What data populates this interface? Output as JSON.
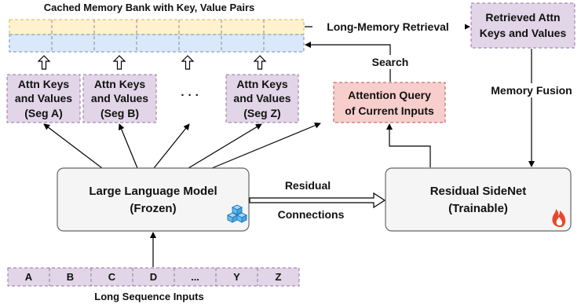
{
  "bank": {
    "title": "Cached Memory Bank with Key, Value Pairs"
  },
  "segments": [
    {
      "line1": "Attn Keys",
      "line2": "and Values",
      "line3": "(Seg A)"
    },
    {
      "line1": "Attn Keys",
      "line2": "and Values",
      "line3": "(Seg B)"
    },
    {
      "line1": "Attn Keys",
      "line2": "and Values",
      "line3": "(Seg Z)"
    }
  ],
  "segments_ellipsis": "· · ·",
  "retrieval": {
    "label": "Long-Memory Retrieval"
  },
  "retrieved": {
    "line1": "Retrieved Attn",
    "line2": "Keys and Values"
  },
  "search": {
    "label": "Search"
  },
  "query": {
    "line1": "Attention Query",
    "line2": "of Current Inputs"
  },
  "fusion": {
    "label": "Memory Fusion"
  },
  "llm": {
    "line1": "Large Language Model",
    "line2": "(Frozen)",
    "badge_icon": "frozen-cubes-icon"
  },
  "residual": {
    "line1": "Residual",
    "line2": "Connections"
  },
  "sidenet": {
    "line1": "Residual SideNet",
    "line2": "(Trainable)",
    "badge_icon": "flame-icon"
  },
  "inputs": {
    "tokens": [
      "A",
      "B",
      "C",
      "D",
      "...",
      "Y",
      "Z"
    ],
    "caption": "Long Sequence Inputs"
  },
  "colors": {
    "bank_top": "#fff2cc",
    "bank_bottom": "#dae8fc",
    "segment_fill": "#e1d5e7",
    "segment_stroke": "#9673a6",
    "query_fill": "#f8cecc",
    "query_stroke": "#b85450",
    "module_fill": "#f5f5f5",
    "module_stroke": "#666666",
    "flame": "#e8472a",
    "ice": "#4aa3df"
  }
}
